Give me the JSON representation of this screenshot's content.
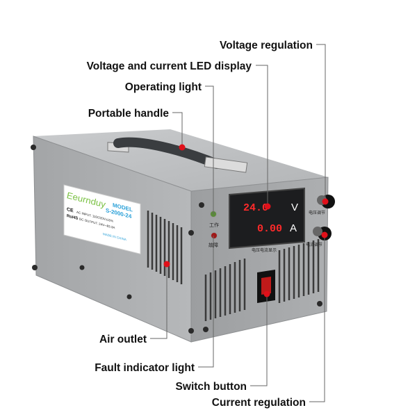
{
  "device": {
    "label": {
      "brand": "Eeurnduy",
      "model_heading": "MODEL",
      "model": "S-2000-24",
      "ce": "CE",
      "rohs": "RoHS",
      "ac_input": "AC INPUT: 110/220V±15%",
      "dc_output": "DC OUTPUT: 24V⎓83.3A",
      "origin": "MADE IN CHINA"
    },
    "display": {
      "voltage": "24.0",
      "voltage_unit": "V",
      "current": "0.00",
      "current_unit": "A",
      "caption": "电压电流显示"
    },
    "indicator_labels": {
      "operating": "工作",
      "fault": "故障"
    },
    "knob_labels": {
      "voltage": "电压调节",
      "current": "电流调节"
    },
    "colors": {
      "body": "#a9abad",
      "accent": "#e0101a",
      "display_digits": "#ff2a2a"
    }
  },
  "annotations": [
    {
      "id": "voltage-regulation",
      "text": "Voltage regulation"
    },
    {
      "id": "led-display",
      "text": "Voltage and current LED display"
    },
    {
      "id": "operating-light",
      "text": "Operating light"
    },
    {
      "id": "portable-handle",
      "text": "Portable handle"
    },
    {
      "id": "air-outlet",
      "text": "Air outlet"
    },
    {
      "id": "fault-indicator-light",
      "text": "Fault indicator light"
    },
    {
      "id": "switch-button",
      "text": "Switch button"
    },
    {
      "id": "current-regulation",
      "text": "Current regulation"
    }
  ]
}
